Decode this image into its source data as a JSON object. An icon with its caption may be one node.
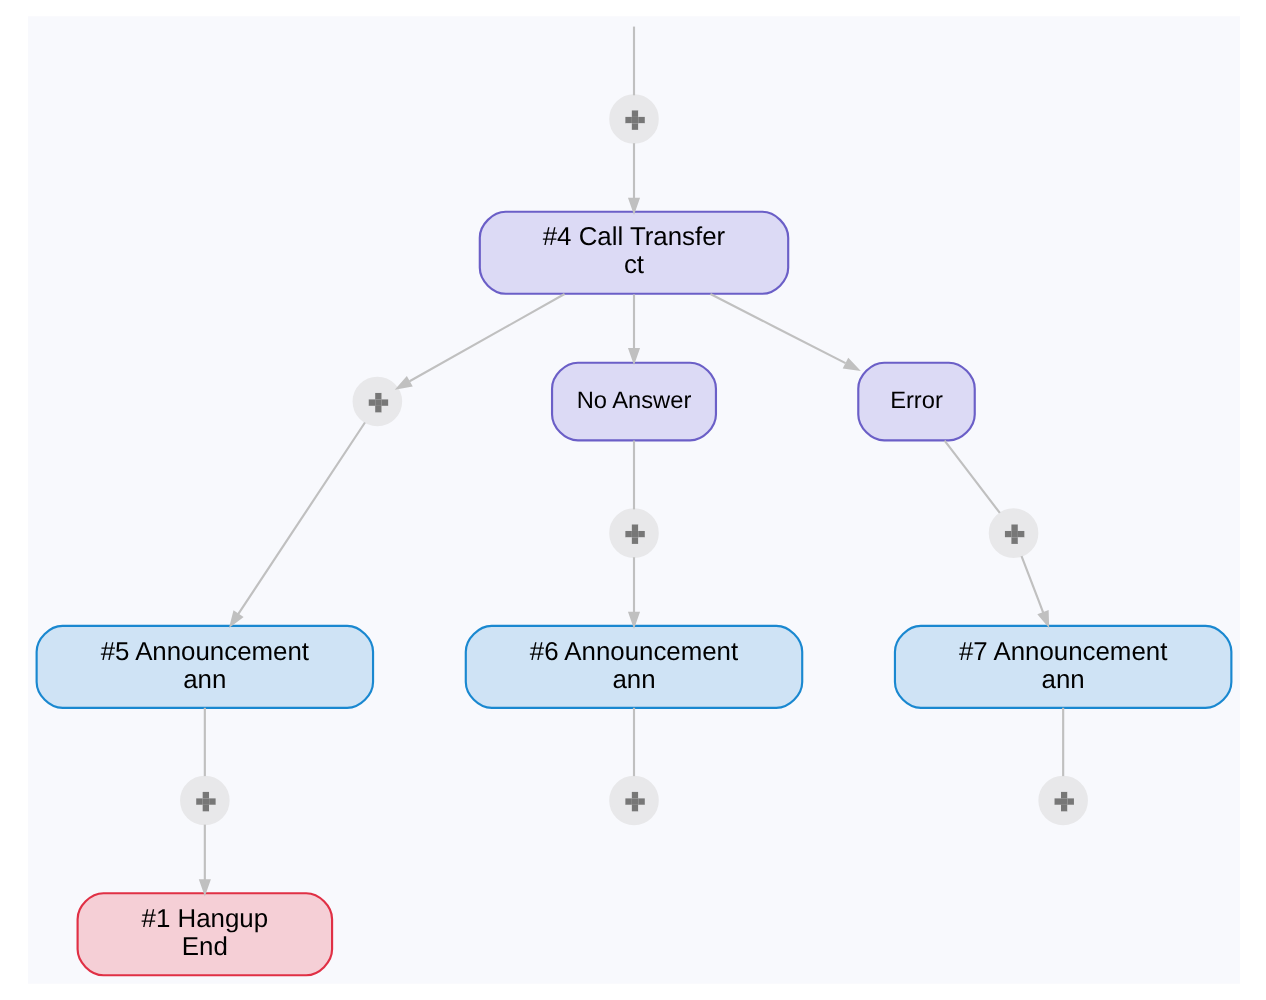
{
  "diagram": {
    "nodes": [
      {
        "text": [],
        "shape": "circle"
      },
      {
        "text": [
          "#4 Call Transfer",
          "ct"
        ]
      },
      {
        "text": [
          "No Answer"
        ]
      },
      {
        "text": [
          "Error"
        ]
      },
      {
        "text": [],
        "shape": "circle"
      },
      {
        "text": [],
        "shape": "circle"
      },
      {
        "text": [],
        "shape": "circle"
      },
      {
        "text": [
          "#5 Announcement",
          "ann"
        ]
      },
      {
        "text": [
          "#6 Announcement",
          "ann"
        ]
      },
      {
        "text": [
          "#7 Announcement",
          "ann"
        ]
      },
      {
        "text": [],
        "shape": "circle"
      },
      {
        "text": [],
        "shape": "circle"
      },
      {
        "text": [],
        "shape": "circle"
      },
      {
        "text": [
          "#1 Hangup",
          "End"
        ]
      }
    ],
    "edges": [
      {
        "from": null,
        "to": 0,
        "arrow": "none"
      },
      {
        "from": 0,
        "to": 1,
        "arrow": "to"
      },
      {
        "from": 1,
        "to": 4,
        "arrow": "to"
      },
      {
        "from": 1,
        "to": 2,
        "arrow": "to"
      },
      {
        "from": 1,
        "to": 3,
        "arrow": "to"
      },
      {
        "from": 2,
        "to": 5,
        "arrow": "none"
      },
      {
        "from": 3,
        "to": 6,
        "arrow": "none"
      },
      {
        "from": 4,
        "to": 7,
        "arrow": "to"
      },
      {
        "from": 5,
        "to": 8,
        "arrow": "to"
      },
      {
        "from": 6,
        "to": 9,
        "arrow": "to"
      },
      {
        "from": 7,
        "to": 10,
        "arrow": "none"
      },
      {
        "from": 8,
        "to": 11,
        "arrow": "none"
      },
      {
        "from": 9,
        "to": 12,
        "arrow": "none"
      },
      {
        "from": 10,
        "to": 13,
        "arrow": "to"
      }
    ]
  }
}
